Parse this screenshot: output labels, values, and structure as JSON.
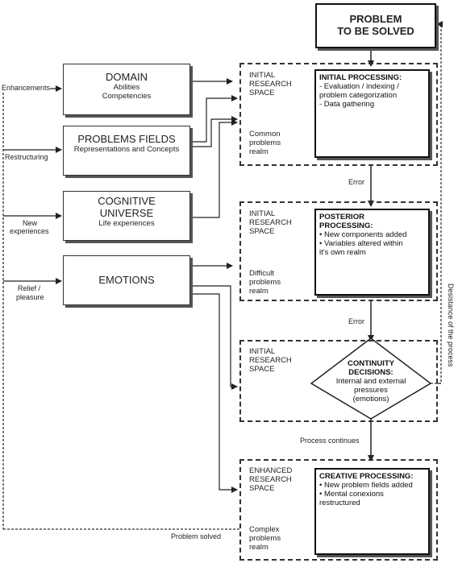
{
  "problem": {
    "line1": "PROBLEM",
    "line2": "TO BE SOLVED"
  },
  "left_boxes": {
    "domain": {
      "title": "DOMAIN",
      "sub1": "Abilities",
      "sub2": "Competencies"
    },
    "problems_fields": {
      "title": "PROBLEMS FIELDS",
      "sub1": "Representations and Concepts"
    },
    "cognitive_universe": {
      "title1": "COGNITIVE",
      "title2": "UNIVERSE",
      "sub1": "Life experiences"
    },
    "emotions": {
      "title": "EMOTIONS"
    }
  },
  "left_labels": {
    "enhancements": "Enhancements",
    "restructuring": "Restructuring",
    "new_experiences_1": "New",
    "new_experiences_2": "experiences",
    "relief_1": "Relief /",
    "relief_2": "pleasure"
  },
  "spaces": {
    "s1": {
      "l1": "INITIAL",
      "l2": "RESEARCH",
      "l3": "SPACE",
      "realm1": "Common",
      "realm2": "problems",
      "realm3": "realm"
    },
    "s2": {
      "l1": "INITIAL",
      "l2": "RESEARCH",
      "l3": "SPACE",
      "realm1": "Difficult",
      "realm2": "problems",
      "realm3": "realm"
    },
    "s3": {
      "l1": "INITIAL",
      "l2": "RESEARCH",
      "l3": "SPACE"
    },
    "s4": {
      "l1": "ENHANCED",
      "l2": "RESEARCH",
      "l3": "SPACE",
      "realm1": "Complex",
      "realm2": "problems",
      "realm3": "realm"
    }
  },
  "processing": {
    "initial": {
      "title": "INITIAL PROCESSING:",
      "items": [
        "- Evaluation / indexing /",
        "problem categorization",
        "- Data gathering"
      ]
    },
    "posterior": {
      "title1": "POSTERIOR",
      "title2": "PROCESSING:",
      "items": [
        "• New components added",
        "• Variables altered within",
        "it's own realm"
      ]
    },
    "continuity": {
      "title1": "CONTINUITY",
      "title2": "DECISIONS:",
      "l1": "Internal and external",
      "l2": "pressures",
      "l3": "(emotions)"
    },
    "creative": {
      "title": "CREATIVE PROCESSING:",
      "items": [
        "• New problem fields added",
        "• Mental conexions",
        "restructured"
      ]
    }
  },
  "flow_labels": {
    "error1": "Error",
    "error2": "Error",
    "process_continues": "Process continues",
    "problem_solved": "Problem solved",
    "desistance": "Desistance of the process"
  }
}
